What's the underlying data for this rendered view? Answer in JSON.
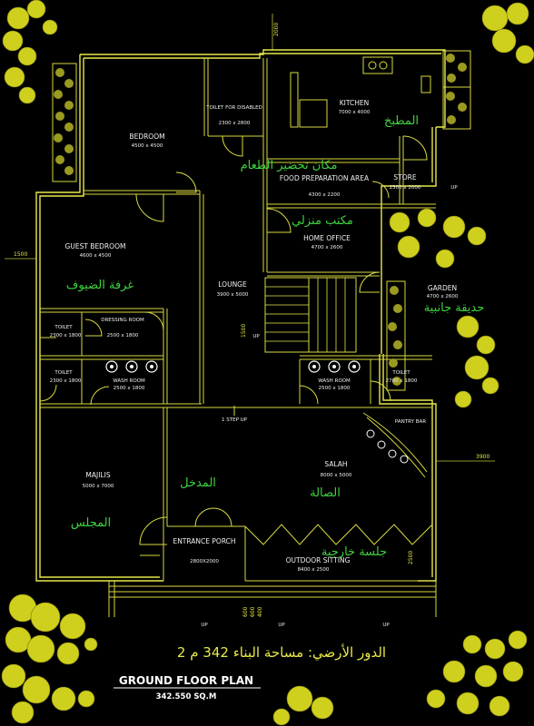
{
  "title": "GROUND FLOOR PLAN",
  "area": "342.550 SQ.M",
  "arabic_title": "الدور الأرضي: مساحة البناء 342 م 2",
  "rooms": {
    "kitchen": {
      "name": "KITCHEN",
      "size": "7000 x 4000"
    },
    "toilet_disabled": {
      "name": "TOILET FOR DISABLED",
      "size": "2300 x 2800"
    },
    "bedroom": {
      "name": "BEDROOM",
      "size": "4500 x 4500"
    },
    "food_prep": {
      "name": "FOOD PREPARATION AREA",
      "size": "4300 x 2200"
    },
    "store": {
      "name": "STORE",
      "size": "2500 x 2000"
    },
    "guest_bedroom": {
      "name": "GUEST BEDROOM",
      "size": "4600 x 4500"
    },
    "home_office": {
      "name": "HOME OFFICE",
      "size": "4700 x 2600"
    },
    "lounge": {
      "name": "LOUNGE",
      "size": "3900 x 5000"
    },
    "garden": {
      "name": "GARDEN",
      "size": "4700 x 2600"
    },
    "toilet_left": {
      "name": "TOILET",
      "size": "2300 x 1800"
    },
    "dressing": {
      "name": "DRESSING ROOM",
      "size": "2500 x 1800"
    },
    "toilet_left2": {
      "name": "TOILET",
      "size": "2300 x 1800"
    },
    "wash_left": {
      "name": "WASH ROOM",
      "size": "2500 x 1800"
    },
    "wash_right": {
      "name": "WASH ROOM",
      "size": "2500 x 1800"
    },
    "toilet_right": {
      "name": "TOILET",
      "size": "2700 x 1800"
    },
    "pantry": {
      "name": "PANTRY BAR"
    },
    "majilis": {
      "name": "MAJILIS",
      "size": "5000 x 7000"
    },
    "salah": {
      "name": "SALAH",
      "size": "8000 x 5000"
    },
    "entrance": {
      "name": "ENTRANCE PORCH",
      "size": "2800X2000"
    },
    "outdoor": {
      "name": "OUTDOOR SITTING",
      "size": "8400 x 2500"
    }
  },
  "arabic_labels": {
    "kitchen": "المطبخ",
    "food_prep": "مكان تحضير الطعام",
    "office": "مكتب منزلي",
    "guest": "غرفة الضيوف",
    "garden": "حديقة جانبية",
    "entrance": "المدخل",
    "salah": "الصالة",
    "majilis": "المجلس",
    "outdoor": "جلسة خارجية"
  },
  "annotations": {
    "step_up": "1 STEP UP",
    "up": "UP"
  },
  "dimensions": {
    "d2000": "2000",
    "d1500": "1500",
    "d3900": "3900",
    "d1500b": "1500",
    "d2500": "2500",
    "d600a": "600",
    "d600b": "600",
    "d400": "400"
  }
}
